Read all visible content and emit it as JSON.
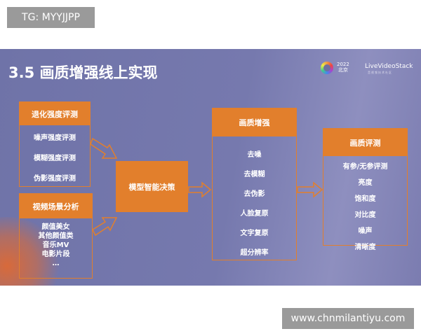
{
  "watermark_top": "TG: MYYJJPP",
  "watermark_bottom": "www.chnmilantiyu.com",
  "slide": {
    "title": "3.5 画质增强线上实现",
    "event_year": "2022",
    "event_city": "北京",
    "brand": "LiveVideoStack",
    "brand_sub": "音视频技术社区",
    "degradation": {
      "header": "退化强度评测",
      "items": [
        "噪声强度评测",
        "模糊强度评测",
        "伪影强度评测"
      ]
    },
    "scene": {
      "header": "视频场景分析",
      "items": [
        "颜值美女",
        "其他颜值类",
        "音乐MV",
        "电影片段",
        "…"
      ]
    },
    "decision": {
      "label": "模型智能决策"
    },
    "enhance": {
      "header": "画质增强",
      "items": [
        "去噪",
        "去模糊",
        "去伪影",
        "人脸复原",
        "文字复原",
        "超分辨率"
      ]
    },
    "evaluation": {
      "header": "画质评测",
      "items": [
        "有参/无参评测",
        "亮度",
        "饱和度",
        "对比度",
        "噪声",
        "清晰度"
      ]
    },
    "colors": {
      "accent": "#e27f2c",
      "background": "#7276aa"
    }
  }
}
